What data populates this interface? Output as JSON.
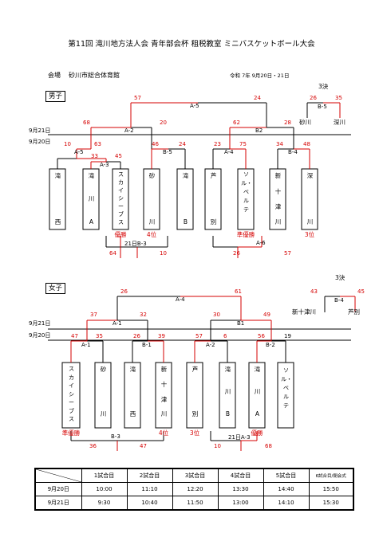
{
  "header": {
    "title": "第11回 滝川地方法人会 青年部会杯 租税教室 ミニバスケットボール大会",
    "venue_label": "会場",
    "venue_name": "砂川市総合体育館",
    "date": "令和 7年 9月20日・21日"
  },
  "day_labels": {
    "day21": "9月21日",
    "day20": "9月20日"
  },
  "boys": {
    "label": "男子",
    "teams": [
      {
        "top": "滝",
        "bottom": "西"
      },
      {
        "top": "滝",
        "middle": "川",
        "bottom": "A"
      },
      {
        "vertical": "スカイシーブス"
      },
      {
        "top": "砂",
        "bottom": "川"
      },
      {
        "top": "滝",
        "bottom": "B"
      },
      {
        "top": "芦",
        "bottom": "別"
      },
      {
        "vertical": "ソル・ベルテ"
      },
      {
        "top": "新",
        "middle": "十",
        "middle2": "津",
        "bottom": "川"
      },
      {
        "top": "深",
        "bottom": "川"
      }
    ],
    "results": {
      "t3": "優勝",
      "t4": "4位",
      "t7": "準優勝",
      "t9": "3位"
    },
    "matches": {
      "A5_label": "A-5",
      "A5_l": "57",
      "A5_r": "24",
      "A2_label": "A-2",
      "A2_l": "68",
      "A2_r": "20",
      "B2_label": "B2",
      "B2_l": "62",
      "B2_r": "28",
      "A5b_label": "A-5",
      "A5b_l": "10",
      "A5b_r": "63",
      "A3_label": "A-3",
      "A3_l": "33",
      "A3_r": "45",
      "B5_label": "B-5",
      "B5_l": "46",
      "B5_r": "24",
      "A4_label": "A-4",
      "A4_l": "23",
      "A4_r": "75",
      "B4_label": "B-4",
      "B4_l": "34",
      "B4_r": "48",
      "B3_label": "21日B-3",
      "B3_l": "64",
      "B3_r": "10",
      "A6_label": "A-6",
      "A6_l": "26",
      "A6_r": "57"
    },
    "third": {
      "heading": "3決",
      "label": "B-5",
      "l": "26",
      "r": "35",
      "team_l": "砂川",
      "team_r": "深川"
    }
  },
  "girls": {
    "label": "女子",
    "teams": [
      {
        "vertical": "スカイシーブス"
      },
      {
        "top": "砂",
        "bottom": "川"
      },
      {
        "top": "滝",
        "bottom": "西"
      },
      {
        "top": "新",
        "middle": "十",
        "middle2": "津",
        "bottom": "川"
      },
      {
        "top": "芦",
        "bottom": "別"
      },
      {
        "top": "滝",
        "middle": "川",
        "bottom": "B"
      },
      {
        "top": "滝",
        "middle": "川",
        "bottom": "A"
      },
      {
        "vertical": "ソル・ベルテ"
      }
    ],
    "results": {
      "t1": "準優勝",
      "t4": "4位",
      "t5": "3位",
      "t7": "優勝"
    },
    "matches": {
      "A4_label": "A-4",
      "A4_l": "26",
      "A4_r": "61",
      "A1_label": "A-1",
      "A1_l": "37",
      "A1_r": "32",
      "B1_label": "B1",
      "B1_l": "30",
      "B1_r": "49",
      "A1b_label": "A-1",
      "A1b_l": "47",
      "A1b_r": "35",
      "B1b_label": "B-1",
      "B1b_l": "26",
      "B1b_r": "39",
      "A2_label": "A-2",
      "A2_l": "57",
      "A2_r": "6",
      "B2_label": "B-2",
      "B2_l": "56",
      "B2_r": "19",
      "B3_label": "B-3",
      "B3_l": "36",
      "B3_r": "47",
      "A3_label": "21日A-3",
      "A3_l": "10",
      "A3_r": "68"
    },
    "third": {
      "heading": "3決",
      "label": "B-4",
      "l": "43",
      "r": "45",
      "team_l": "新十津川",
      "team_r": "芦別"
    }
  },
  "schedule": {
    "headers": [
      "1試合目",
      "2試合目",
      "3試合目",
      "4試合目",
      "5試合目",
      "6試合目/閉会式"
    ],
    "rows": [
      {
        "date": "9月20日",
        "times": [
          "10:00",
          "11:10",
          "12:20",
          "13:30",
          "14:40",
          "15:50"
        ]
      },
      {
        "date": "9月21日",
        "times": [
          "9:30",
          "10:40",
          "11:50",
          "13:00",
          "14:10",
          "15:30"
        ]
      }
    ]
  },
  "colors": {
    "line": "#000000",
    "winner": "#d50000"
  }
}
